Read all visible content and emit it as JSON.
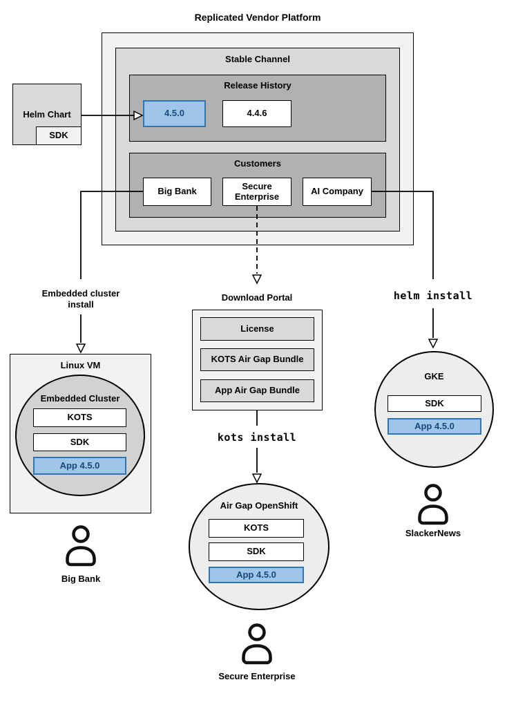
{
  "title": "Replicated Vendor Platform",
  "platform": {
    "stable_channel": "Stable Channel",
    "release_history": {
      "title": "Release History",
      "releases": [
        "4.5.0",
        "4.4.6"
      ]
    },
    "customers": {
      "title": "Customers",
      "items": [
        "Big Bank",
        "Secure Enterprise",
        "AI Company"
      ]
    }
  },
  "helm_chart": {
    "label": "Helm Chart",
    "sdk": "SDK"
  },
  "arrows": {
    "embedded_install": "Embedded cluster install",
    "helm_install": "helm install",
    "kots_install": "kots install"
  },
  "download_portal": {
    "title": "Download Portal",
    "items": [
      "License",
      "KOTS Air Gap Bundle",
      "App Air Gap Bundle"
    ]
  },
  "linux_vm": {
    "title": "Linux VM",
    "embedded_cluster": {
      "title": "Embedded Cluster",
      "components": [
        "KOTS",
        "SDK",
        "App 4.5.0"
      ]
    }
  },
  "air_gap_openshift": {
    "title": "Air Gap OpenShift",
    "components": [
      "KOTS",
      "SDK",
      "App 4.5.0"
    ]
  },
  "gke": {
    "title": "GKE",
    "components": [
      "SDK",
      "App 4.5.0"
    ]
  },
  "users": {
    "big_bank": "Big Bank",
    "secure_enterprise": "Secure Enterprise",
    "slackernews": "SlackerNews"
  },
  "colors": {
    "highlight_fill": "#9FC5E8",
    "highlight_border": "#2E75B5",
    "highlight_text": "#17497C",
    "box_light": "#F2F2F2",
    "box_mid": "#D9D9D9",
    "box_dark": "#B1B1B1",
    "circle_mid": "#D2D2D2",
    "circle_light": "#EDEDED"
  }
}
